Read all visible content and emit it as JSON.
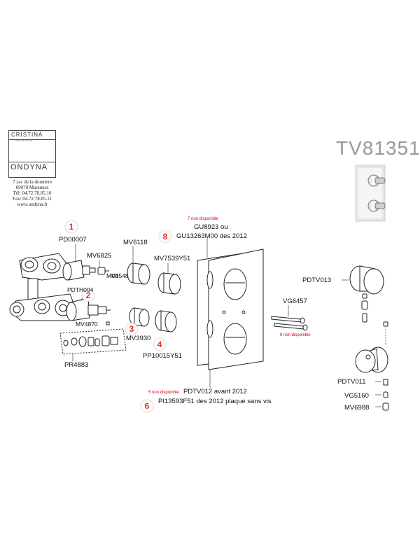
{
  "brand": {
    "top": "CRISTINA",
    "tagline": "rubinetterie",
    "bottom": "ONDYNA",
    "address": [
      "7 zac de la donniere",
      "69970 Marennes",
      "Tél: 04.72.78.85.10",
      "Fax: 04.72.78.85.11",
      "www.ondyna.fr"
    ]
  },
  "model": "TV81351",
  "callouts": [
    {
      "num": "1",
      "code": "PD00007"
    },
    {
      "num": "2",
      "code": "PDTH004"
    },
    {
      "num": "3",
      "code": "MV3930"
    },
    {
      "num": "4",
      "code": "PP10015Y51"
    },
    {
      "num": "6",
      "code": "PI13593F51 des 2012 plaque sans vis"
    },
    {
      "num": "8",
      "code": "GU13263M00 des 2012"
    }
  ],
  "parts": {
    "mv6825": "MV6825",
    "mv6548": "MV6548",
    "mv4870": "MV4870",
    "pr4883": "PR4883",
    "mv6118": "MV6118",
    "mv7539": "MV7539Y51",
    "gu8923": "GU8923 ou",
    "pdtv012": "PDTV012 avant 2012",
    "vg6457": "VG6457",
    "pdtv013": "PDTV013",
    "pdtv011": "PDTV011",
    "vg5160": "VG5160",
    "mv6988": "MV6988"
  },
  "notes": {
    "n7": "7 non disponible",
    "n5": "5 non disponible",
    "n9": "9 non disponible"
  }
}
